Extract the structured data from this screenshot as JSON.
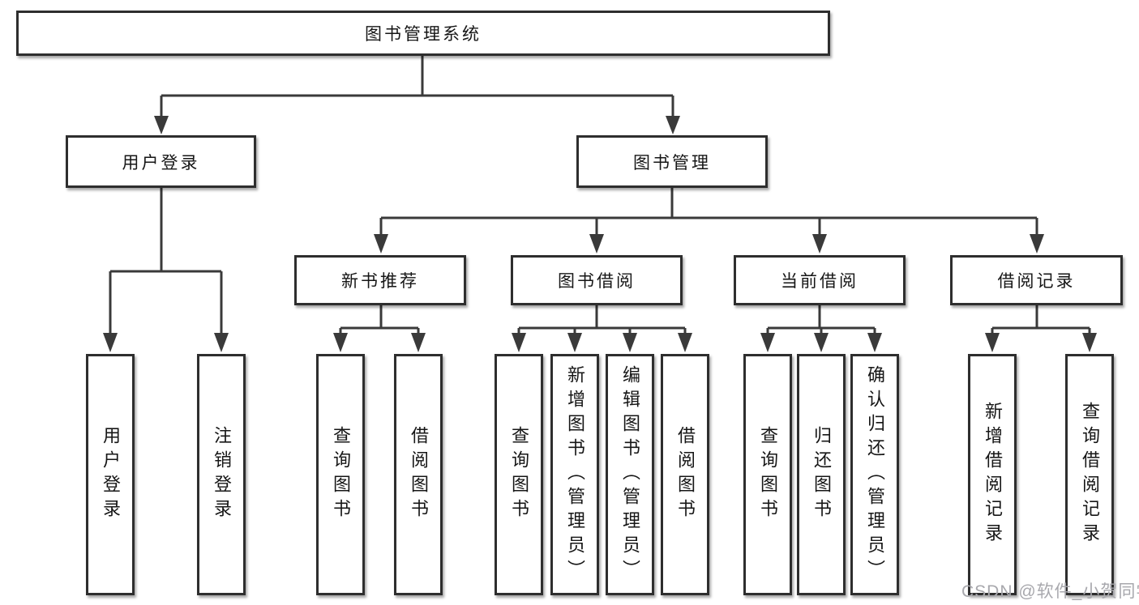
{
  "diagram": {
    "title": "图书管理系统",
    "type": "function-structure-tree"
  },
  "tree": {
    "root": {
      "label": "图书管理系统",
      "children": [
        {
          "label": "用户登录",
          "children": [
            {
              "label": "用户登录"
            },
            {
              "label": "注销登录"
            }
          ]
        },
        {
          "label": "图书管理",
          "children": [
            {
              "label": "新书推荐",
              "children": [
                {
                  "label": "查询图书"
                },
                {
                  "label": "借阅图书"
                }
              ]
            },
            {
              "label": "图书借阅",
              "children": [
                {
                  "label": "查询图书"
                },
                {
                  "label": "新增图书（管理员）"
                },
                {
                  "label": "编辑图书（管理员）"
                },
                {
                  "label": "借阅图书"
                }
              ]
            },
            {
              "label": "当前借阅",
              "children": [
                {
                  "label": "查询图书"
                },
                {
                  "label": "归还图书"
                },
                {
                  "label": "确认归还（管理员）"
                }
              ]
            },
            {
              "label": "借阅记录",
              "children": [
                {
                  "label": "新增借阅记录"
                },
                {
                  "label": "查询借阅记录"
                }
              ]
            }
          ]
        }
      ]
    }
  },
  "watermark": "CSDN @软件_小贺同学",
  "colors": {
    "line": "#3a3a3a",
    "box_border": "#2e2e2e",
    "text": "#161616",
    "watermark": "#a8a8ad",
    "background": "#ffffff"
  }
}
